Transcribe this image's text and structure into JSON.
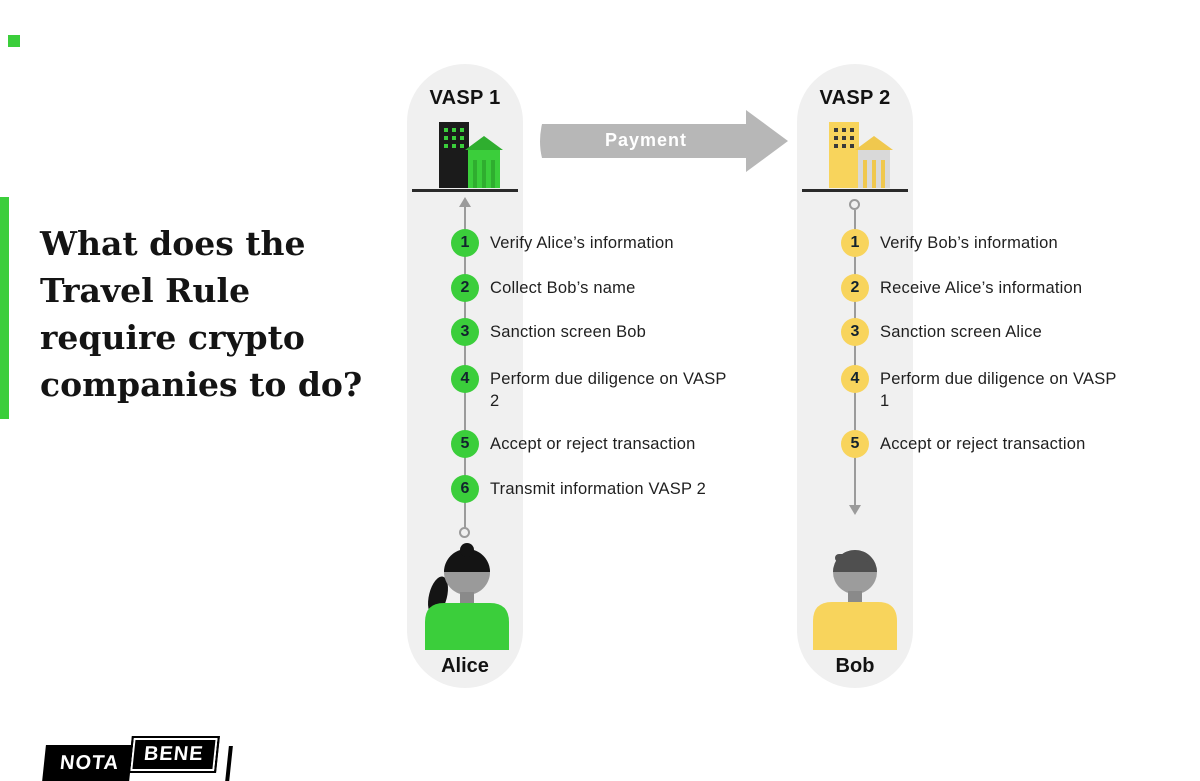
{
  "page": {
    "heading_lines": [
      "What does the",
      "Travel Rule",
      "require crypto",
      "companies to do?"
    ],
    "background_color": "#ffffff",
    "accent_color": "#3bce3b"
  },
  "payment_arrow": {
    "label": "Payment",
    "color": "#b7b7b7"
  },
  "columns": [
    {
      "title": "VASP 1",
      "person": "Alice",
      "step_color": "#3bce3b",
      "pill_color": "#f0f0f0",
      "flow_direction": "up",
      "steps": [
        {
          "num": "1",
          "text": "Verify Alice’s information"
        },
        {
          "num": "2",
          "text": "Collect Bob’s name"
        },
        {
          "num": "3",
          "text": "Sanction screen Bob"
        },
        {
          "num": "4",
          "text": "Perform due diligence on VASP 2"
        },
        {
          "num": "5",
          "text": "Accept or reject transaction"
        },
        {
          "num": "6",
          "text": "Transmit information VASP 2"
        }
      ]
    },
    {
      "title": "VASP 2",
      "person": "Bob",
      "step_color": "#f8d45c",
      "pill_color": "#f0f0f0",
      "flow_direction": "down",
      "steps": [
        {
          "num": "1",
          "text": "Verify Bob’s information"
        },
        {
          "num": "2",
          "text": "Receive Alice’s information"
        },
        {
          "num": "3",
          "text": "Sanction screen Alice"
        },
        {
          "num": "4",
          "text": "Perform due diligence on VASP 1"
        },
        {
          "num": "5",
          "text": "Accept or reject transaction"
        }
      ]
    }
  ],
  "logo": {
    "nota": "NOTA",
    "bene": "BENE"
  }
}
